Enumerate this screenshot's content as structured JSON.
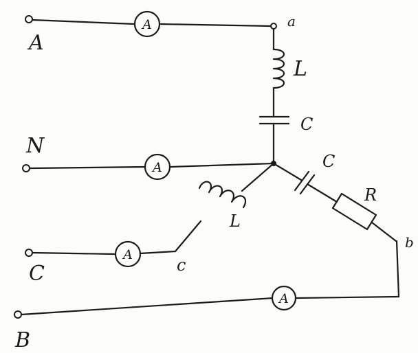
{
  "terminals": {
    "A": "A",
    "N": "N",
    "C": "C",
    "B": "B"
  },
  "nodes": {
    "a": "a",
    "b": "b",
    "c": "c"
  },
  "components": {
    "inductor_a": "L",
    "capacitor_a": "C",
    "capacitor_b": "C",
    "resistor_b": "R",
    "inductor_c": "L"
  },
  "ammeters": {
    "A": "A",
    "N": "A",
    "C": "A",
    "B": "A"
  },
  "colors": {
    "ink": "#1b1b1b",
    "paper": "#fcfcfb"
  }
}
